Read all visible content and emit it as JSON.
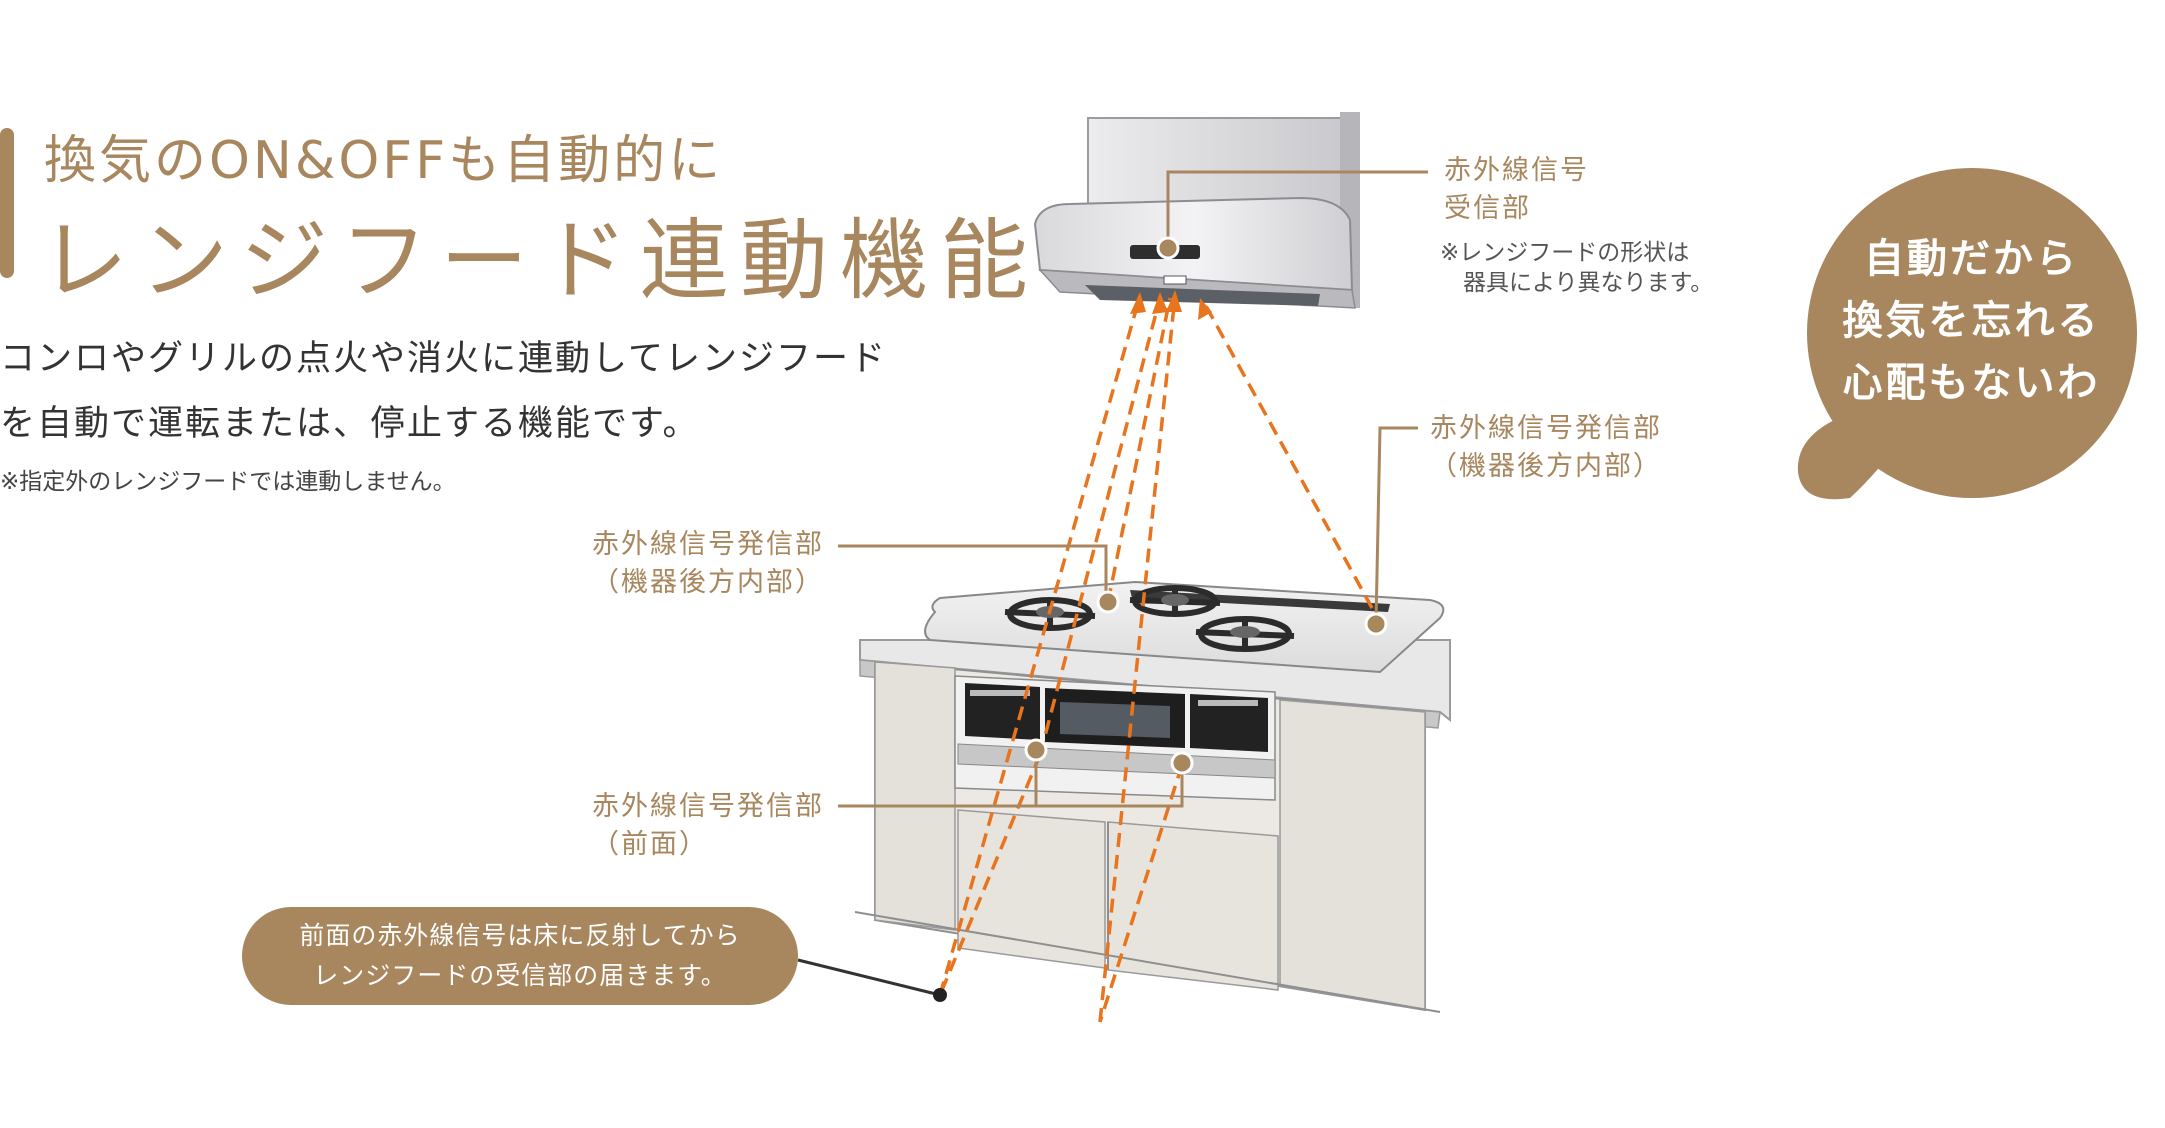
{
  "header": {
    "subtitle": "換気のON&OFFも自動的に",
    "title": "レンジフード連動機能"
  },
  "description": {
    "line1": "コンロやグリルの点火や消火に連動してレンジフード",
    "line2": "を自動で運転または、停止する機能です。",
    "note": "※指定外のレンジフードでは連動しません。"
  },
  "labels": {
    "receiver": [
      "赤外線信号",
      "受信部"
    ],
    "hood_note": [
      "※レンジフードの形状は",
      "　器具により異なります。"
    ],
    "rear_right": [
      "赤外線信号発信部",
      "（機器後方内部）"
    ],
    "rear_left": [
      "赤外線信号発信部",
      "（機器後方内部）"
    ],
    "front": [
      "赤外線信号発信部",
      "（前面）"
    ]
  },
  "bubble": {
    "lines": [
      "自動だから",
      "換気を忘れる",
      "心配もないわ"
    ]
  },
  "pill": {
    "lines": [
      "前面の赤外線信号は床に反射してから",
      "レンジフードの受信部の届きます。"
    ]
  },
  "colors": {
    "accent": "#a8865e",
    "signal": "#e8741e"
  },
  "icons": [
    "range-hood-illustration",
    "gas-stove-illustration",
    "cabinet-illustration"
  ]
}
